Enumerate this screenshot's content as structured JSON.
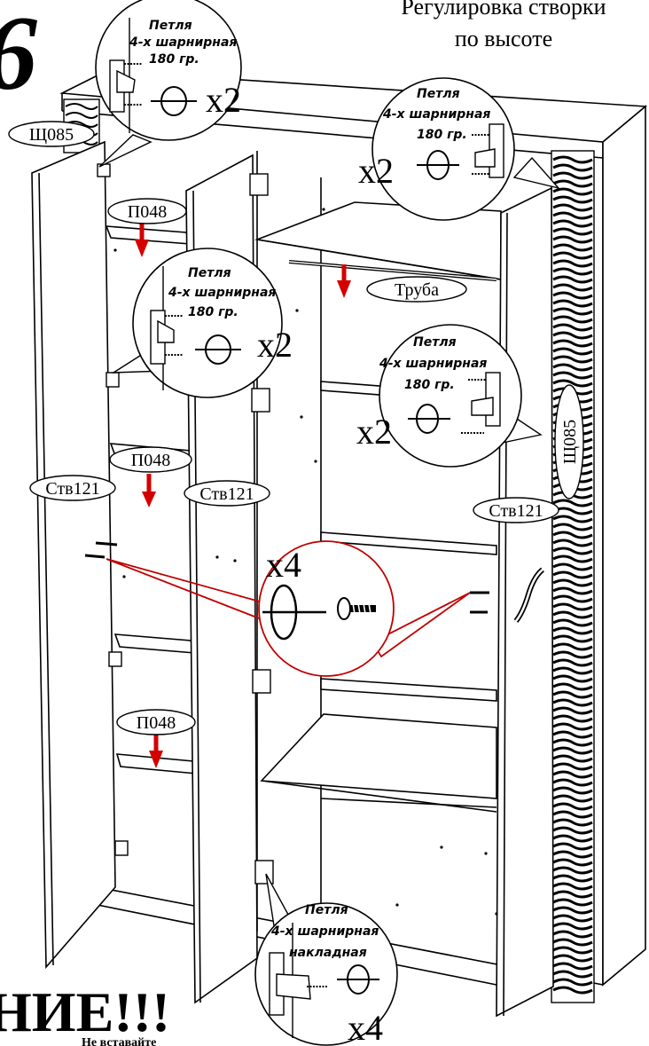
{
  "step_number": "6",
  "header_title_line1": "Регулировка створки",
  "header_title_line2": "по высоте",
  "callouts": {
    "top_left": {
      "line1": "Петля",
      "line2": "4-х шарнирная",
      "line3": "180 гр.",
      "multiplier": "x2"
    },
    "top_right": {
      "line1": "Петля",
      "line2": "4-х шарнирная",
      "line3": "180 гр.",
      "multiplier": "x2"
    },
    "mid_left": {
      "line1": "Петля",
      "line2": "4-х шарнирная",
      "line3": "180 гр.",
      "multiplier": "x2"
    },
    "mid_right": {
      "line1": "Петля",
      "line2": "4-х шарнирная",
      "line3": "180 гр.",
      "multiplier": "x2"
    },
    "screw": {
      "multiplier": "x4"
    },
    "bottom": {
      "line1": "Петля",
      "line2": "4-х шарнирная",
      "line3": "накладная",
      "multiplier": "x4"
    }
  },
  "labels": {
    "panel_top_left": "Щ085",
    "panel_right": "Щ085",
    "shelf_1": "П048",
    "shelf_2": "П048",
    "shelf_3": "П048",
    "pipe": "Труба",
    "door_left": "Ств121",
    "door_middle": "Ств121",
    "door_right": "Ств121"
  },
  "warning_text": "НИЕ!!!",
  "warning_note": "Не вставайте"
}
